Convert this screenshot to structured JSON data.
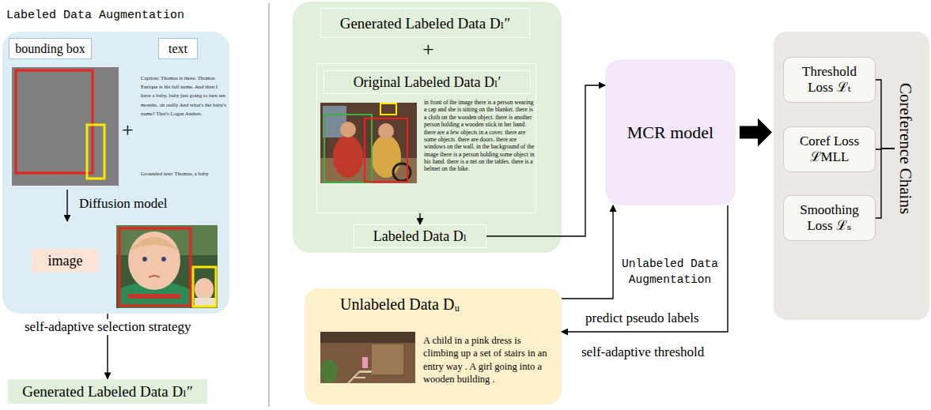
{
  "diagram": {
    "nodes": [
      {
        "text": [
          "Labeled Data Augmentation",
          "+"
        ]
      },
      {
        "text": [
          "bounding box"
        ],
        "in": 0
      },
      {
        "text": [
          "text"
        ],
        "in": 0
      },
      {
        "text": [
          "image"
        ],
        "in": 0
      },
      {
        "text": [
          "Generated Labeled Data Dₗ″"
        ]
      },
      {
        "text": [
          "+"
        ]
      },
      {
        "text": [
          "Generated Labeled Data Dₗ″"
        ],
        "in": 5
      },
      {
        "text": [
          "Original Labeled Data Dₗ′",
          "in front of the image there is a person wearing a cap and she is sitting on the blanket. there is a cloth on the wooden object. there is another person holding a wooden stick in her hand. there are a few objects in a cover. there are some objects. there are doors. there are windows on the wall. in the background of the image there is a person holding some object in his hand. there is a net on the tables. there is a helmet on the bike."
        ],
        "in": 5
      },
      {
        "text": [
          "Labeled Data Dₗ"
        ],
        "in": 5
      },
      {
        "text": [
          "MCR model"
        ]
      },
      {
        "text": [
          "Unlabeled Data Dᵤ",
          "A child in a pink dress is climbing up a set of stairs in an entry way . A girl going into a wooden building ."
        ]
      },
      {
        "text": [
          "Coreference Chains"
        ]
      },
      {
        "text": [
          "Threshold Loss ℒₜ"
        ],
        "in": 11
      },
      {
        "text": [
          "Coref Loss ℒMLL"
        ],
        "in": 11
      },
      {
        "text": [
          "Smoothing Loss ℒₛ"
        ],
        "in": 11
      }
    ],
    "edges": [
      {
        "from": 0,
        "to": 4,
        "arrow": "to"
      },
      {
        "from": 7,
        "to": 8,
        "arrow": "to"
      },
      {
        "from": 8,
        "to": 9,
        "arrow": "to"
      },
      {
        "from": 10,
        "to": 9,
        "arrow": "to"
      },
      {
        "from": 9,
        "to": 10,
        "arrow": "to",
        "label": "predict pseudo labels"
      },
      {
        "from": 9,
        "to": 11,
        "arrow": "to"
      },
      {
        "from": 12,
        "to": 11,
        "arrow": "none"
      },
      {
        "from": 13,
        "to": 11,
        "arrow": "none"
      },
      {
        "from": 14,
        "to": 11,
        "arrow": "none"
      }
    ],
    "labels": [
      "Caption: Thomas is three. Thomas Enrique is his full name. And then I have a baby, baby just going to turn ten months. oh really And what's the baby's name? That's Logan Andres.",
      "Grounded text: Thomas, a baby",
      "Diffusion model",
      "self-adaptive selection strategy",
      "Unlabeled Data Augmentation",
      "self-adaptive threshold"
    ]
  }
}
